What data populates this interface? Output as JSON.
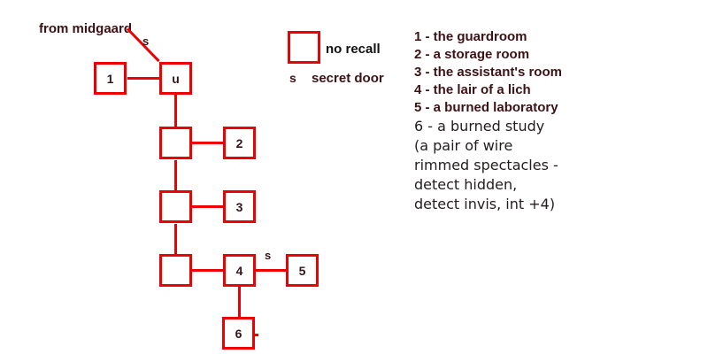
{
  "colors": {
    "line_red": "#ee0000",
    "text_maroon": "#3c1217",
    "text_black": "#121212"
  },
  "map": {
    "entrance_label": "from midgaard",
    "entrance_secret_mark": "s",
    "secret_mark_4_5": "s",
    "rooms": {
      "r1": "1",
      "ru": "u",
      "r2": "2",
      "r3": "3",
      "r4": "4",
      "r5": "5",
      "r6": "6"
    }
  },
  "legend": {
    "no_recall_label": "no recall",
    "secret_symbol": "s",
    "secret_label": "secret door"
  },
  "room_list": {
    "lines": [
      "1 - the guardroom",
      "2 - a storage room",
      "3 - the assistant's room",
      "4 - the lair of a lich",
      "5 - a burned laboratory",
      "6 - a burned study",
      "(a pair of wire",
      "rimmed spectacles -",
      "detect hidden,",
      "detect invis, int +4)"
    ]
  }
}
